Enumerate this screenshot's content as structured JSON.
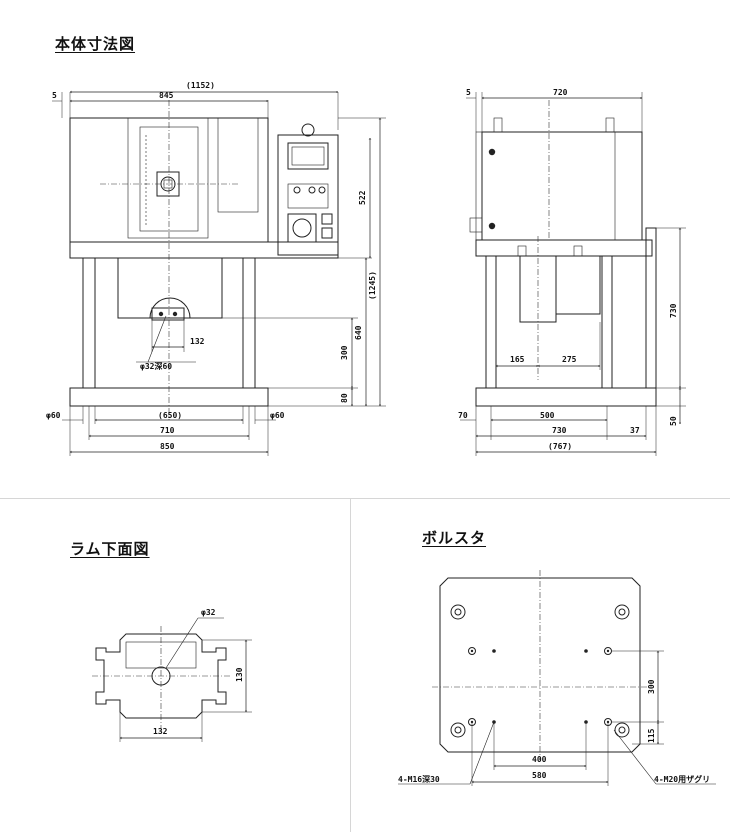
{
  "titles": {
    "main_dimensions": "本体寸法図",
    "ram_bottom": "ラム下面図",
    "bolster": "ボルスタ"
  },
  "front_view": {
    "dims": {
      "overall_width": "(1152)",
      "offset_left": "5",
      "body_width": "845",
      "panel_height": "522",
      "total_height": "(1245)",
      "ram_to_base": "640",
      "stroke": "300",
      "base_height": "80",
      "ram_width": "132",
      "ram_hole": "φ32深60",
      "column_left": "φ60",
      "column_right": "φ60",
      "inner_span": "(650)",
      "column_pitch": "710",
      "base_width": "850"
    }
  },
  "side_view": {
    "dims": {
      "offset_left": "5",
      "top_width": "720",
      "height_right": "730",
      "base_height": "50",
      "cyl_offset": "165",
      "cyl_width": "275",
      "left_gap": "70",
      "bolster_width": "500",
      "base_depth": "730",
      "right_overhang": "37",
      "overall_depth": "(767)"
    }
  },
  "ram_view": {
    "dims": {
      "hole": "φ32",
      "height": "130",
      "width": "132"
    }
  },
  "bolster_view": {
    "dims": {
      "y_pitch": "300",
      "y_offset": "115",
      "inner_pitch": "400",
      "outer_pitch": "580",
      "tap_holes": "4-M16深30",
      "counterbore_holes": "4-M20用ザグリ"
    }
  }
}
